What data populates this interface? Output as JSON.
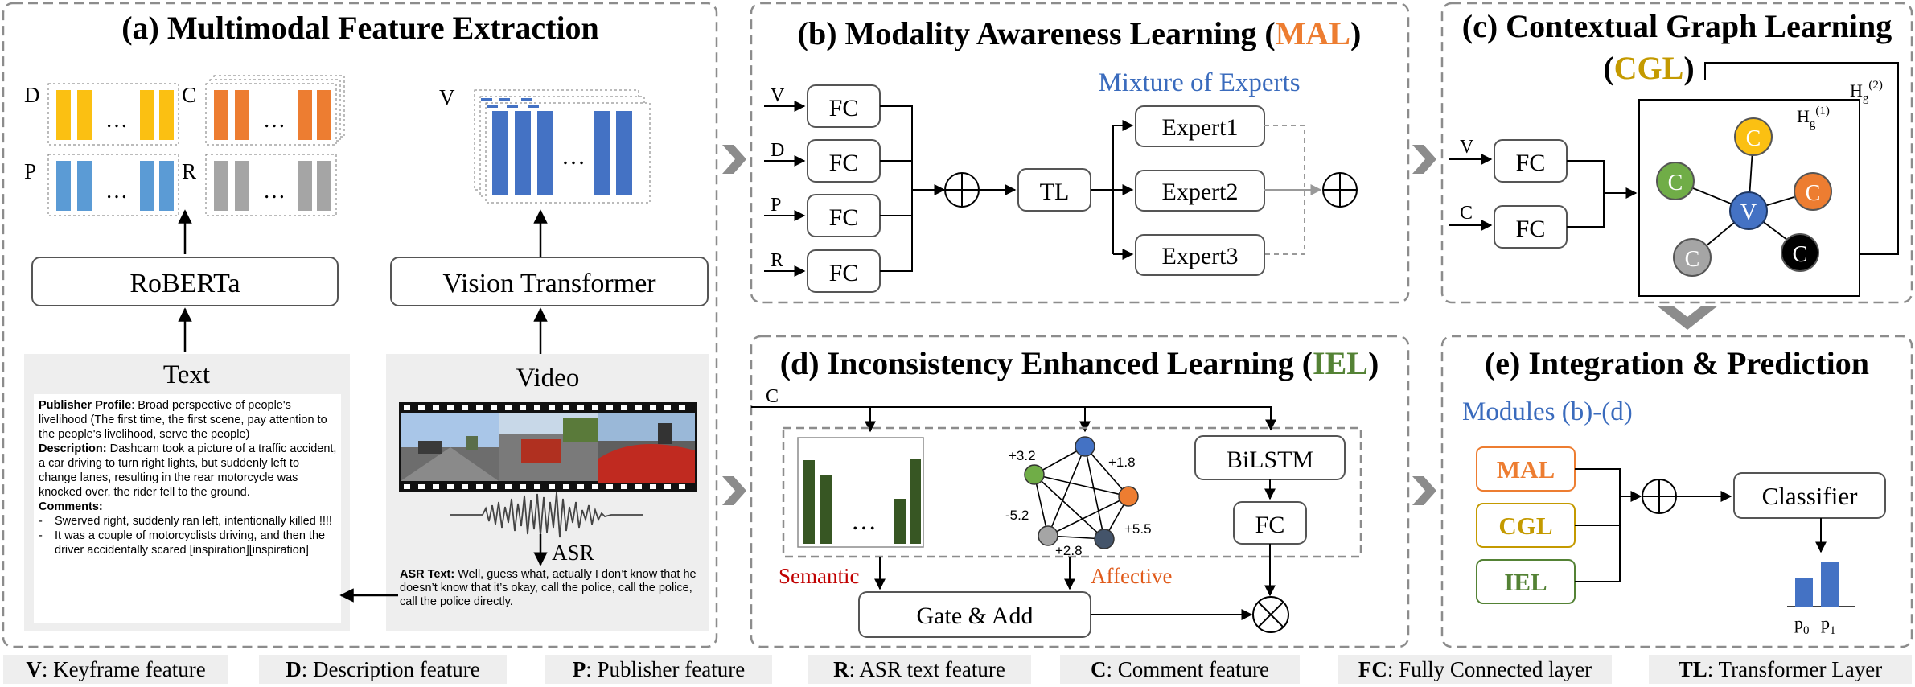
{
  "panels": {
    "a": {
      "title": "(a) Multimodal Feature Extraction"
    },
    "b": {
      "title_prefix": "(b) Modality Awareness Learning (",
      "title_abbr": "MAL",
      "title_suffix": ")"
    },
    "c": {
      "title_line1": "(c) Contextual Graph Learning",
      "title_prefix": "(",
      "title_abbr": "CGL",
      "title_suffix": ")"
    },
    "d": {
      "title_prefix": "(d) Inconsistency Enhanced Learning  (",
      "title_abbr": "IEL",
      "title_suffix": ")"
    },
    "e": {
      "title": "(e) Integration & Prediction"
    }
  },
  "extraction": {
    "feature_labels": {
      "D": "D",
      "C": "C",
      "P": "P",
      "R": "R",
      "V": "V"
    },
    "ellipsis": "…",
    "roberta": "RoBERTa",
    "vit": "Vision Transformer",
    "text_title": "Text",
    "video_title": "Video",
    "asr_label": "ASR",
    "publisher_label": "Publisher Profile",
    "publisher_text": ": Broad perspective of people's livelihood (The first time, the first scene, pay attention to the people's livelihood, serve the people)",
    "description_label": "Description:",
    "description_text": " Dashcam took a picture of a traffic accident, a car driving to turn right lights, but suddenly left to change lanes, resulting in the rear motorcycle was knocked over, the rider fell to the ground.",
    "comments_label": "Comments:",
    "comment_1": "Swerved right, suddenly ran left, intentionally killed !!!!",
    "comment_2": "It was a couple of motorcyclists driving, and then the driver accidentally scared [inspiration][inspiration]",
    "asr_text_label": "ASR Text:",
    "asr_text": " Well, guess what, actually I don’t know that he doesn’t know that it’s okay, call the police, call the police, call the police directly."
  },
  "mal": {
    "inputs": [
      "V",
      "D",
      "P",
      "R"
    ],
    "fc": "FC",
    "tl": "TL",
    "moe_title": "Mixture of Experts",
    "experts": [
      "Expert1",
      "Expert2",
      "Expert3"
    ]
  },
  "cgl": {
    "inputs": [
      "V",
      "C"
    ],
    "fc": "FC",
    "hg1_base": "H",
    "hg1_sub": "g",
    "hg1_sup": "(1)",
    "hg2_base": "H",
    "hg2_sub": "g",
    "hg2_sup": "(2)",
    "center_node": "V",
    "outer_nodes": [
      "C",
      "C",
      "C",
      "C",
      "C"
    ]
  },
  "iel": {
    "input": "C",
    "ellipsis": "…",
    "edge_weights": [
      "+3.2",
      "+1.8",
      "-5.2",
      "+5.5",
      "+2.8"
    ],
    "semantic_label": "Semantic",
    "affective_label": "Affective",
    "bilstm": "BiLSTM",
    "fc": "FC",
    "gate_add": "Gate & Add"
  },
  "integration": {
    "modules_label": "Modules (b)-(d)",
    "modules": [
      "MAL",
      "CGL",
      "IEL"
    ],
    "classifier": "Classifier",
    "p0": "p",
    "p0_sub": "0",
    "p1": "p",
    "p1_sub": "1",
    "prob_values": [
      0.45,
      0.7
    ]
  },
  "legend": [
    {
      "key": "V",
      "desc": ": Keyframe feature"
    },
    {
      "key": "D",
      "desc": ": Description feature"
    },
    {
      "key": "P",
      "desc": ": Publisher feature"
    },
    {
      "key": "R",
      "desc": ": ASR text feature"
    },
    {
      "key": "C",
      "desc": ": Comment feature"
    },
    {
      "key": "FC",
      "desc": ": Fully Connected layer"
    },
    {
      "key": "TL",
      "desc": ": Transformer Layer"
    }
  ],
  "colors": {
    "yellow": "#fbc012",
    "orange": "#ed7d31",
    "blue": "#4472c4",
    "light_blue": "#5b9bd5",
    "gray": "#a5a5a5",
    "green": "#70ad47",
    "dark_green": "#375623",
    "iel_green": "#548235",
    "cgl_gold": "#c49a00",
    "mal_orange": "#ed7d31",
    "semantic_red": "#c00000",
    "affective_orange": "#e05a1a",
    "black": "#000000",
    "dark_slate": "#44546a"
  }
}
